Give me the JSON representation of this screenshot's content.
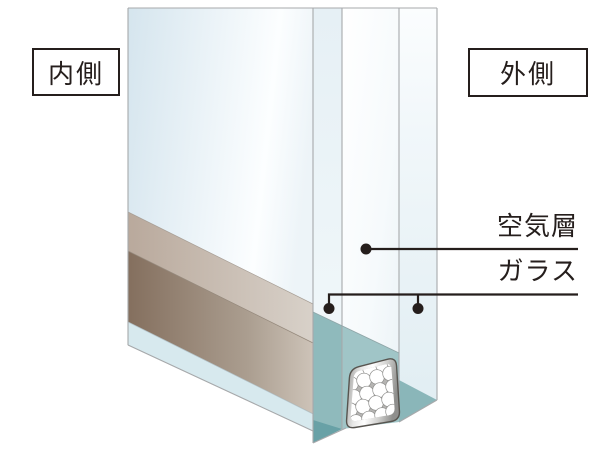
{
  "diagram": {
    "labels": {
      "inside": "内側",
      "outside": "外側",
      "air_layer": "空気層",
      "glass": "ガラス"
    },
    "colors": {
      "ink": "#251e1c",
      "label_box_bg": "#ffffff",
      "glass_tint": "#d7e9ee",
      "teal_edge": "#8fbabc",
      "teal_edge_dark": "#68a1a6",
      "teal_surface": "#a0c5c7",
      "teal_outer": "#8ab6b9",
      "frame_tan": "#bcac9f",
      "frame_brown": "#85705f",
      "spacer_cavity": "#b5b4b2",
      "spacer_frame_dark": "#57544f",
      "bead": "#ffffff",
      "outline": "#a7a9ab"
    }
  }
}
